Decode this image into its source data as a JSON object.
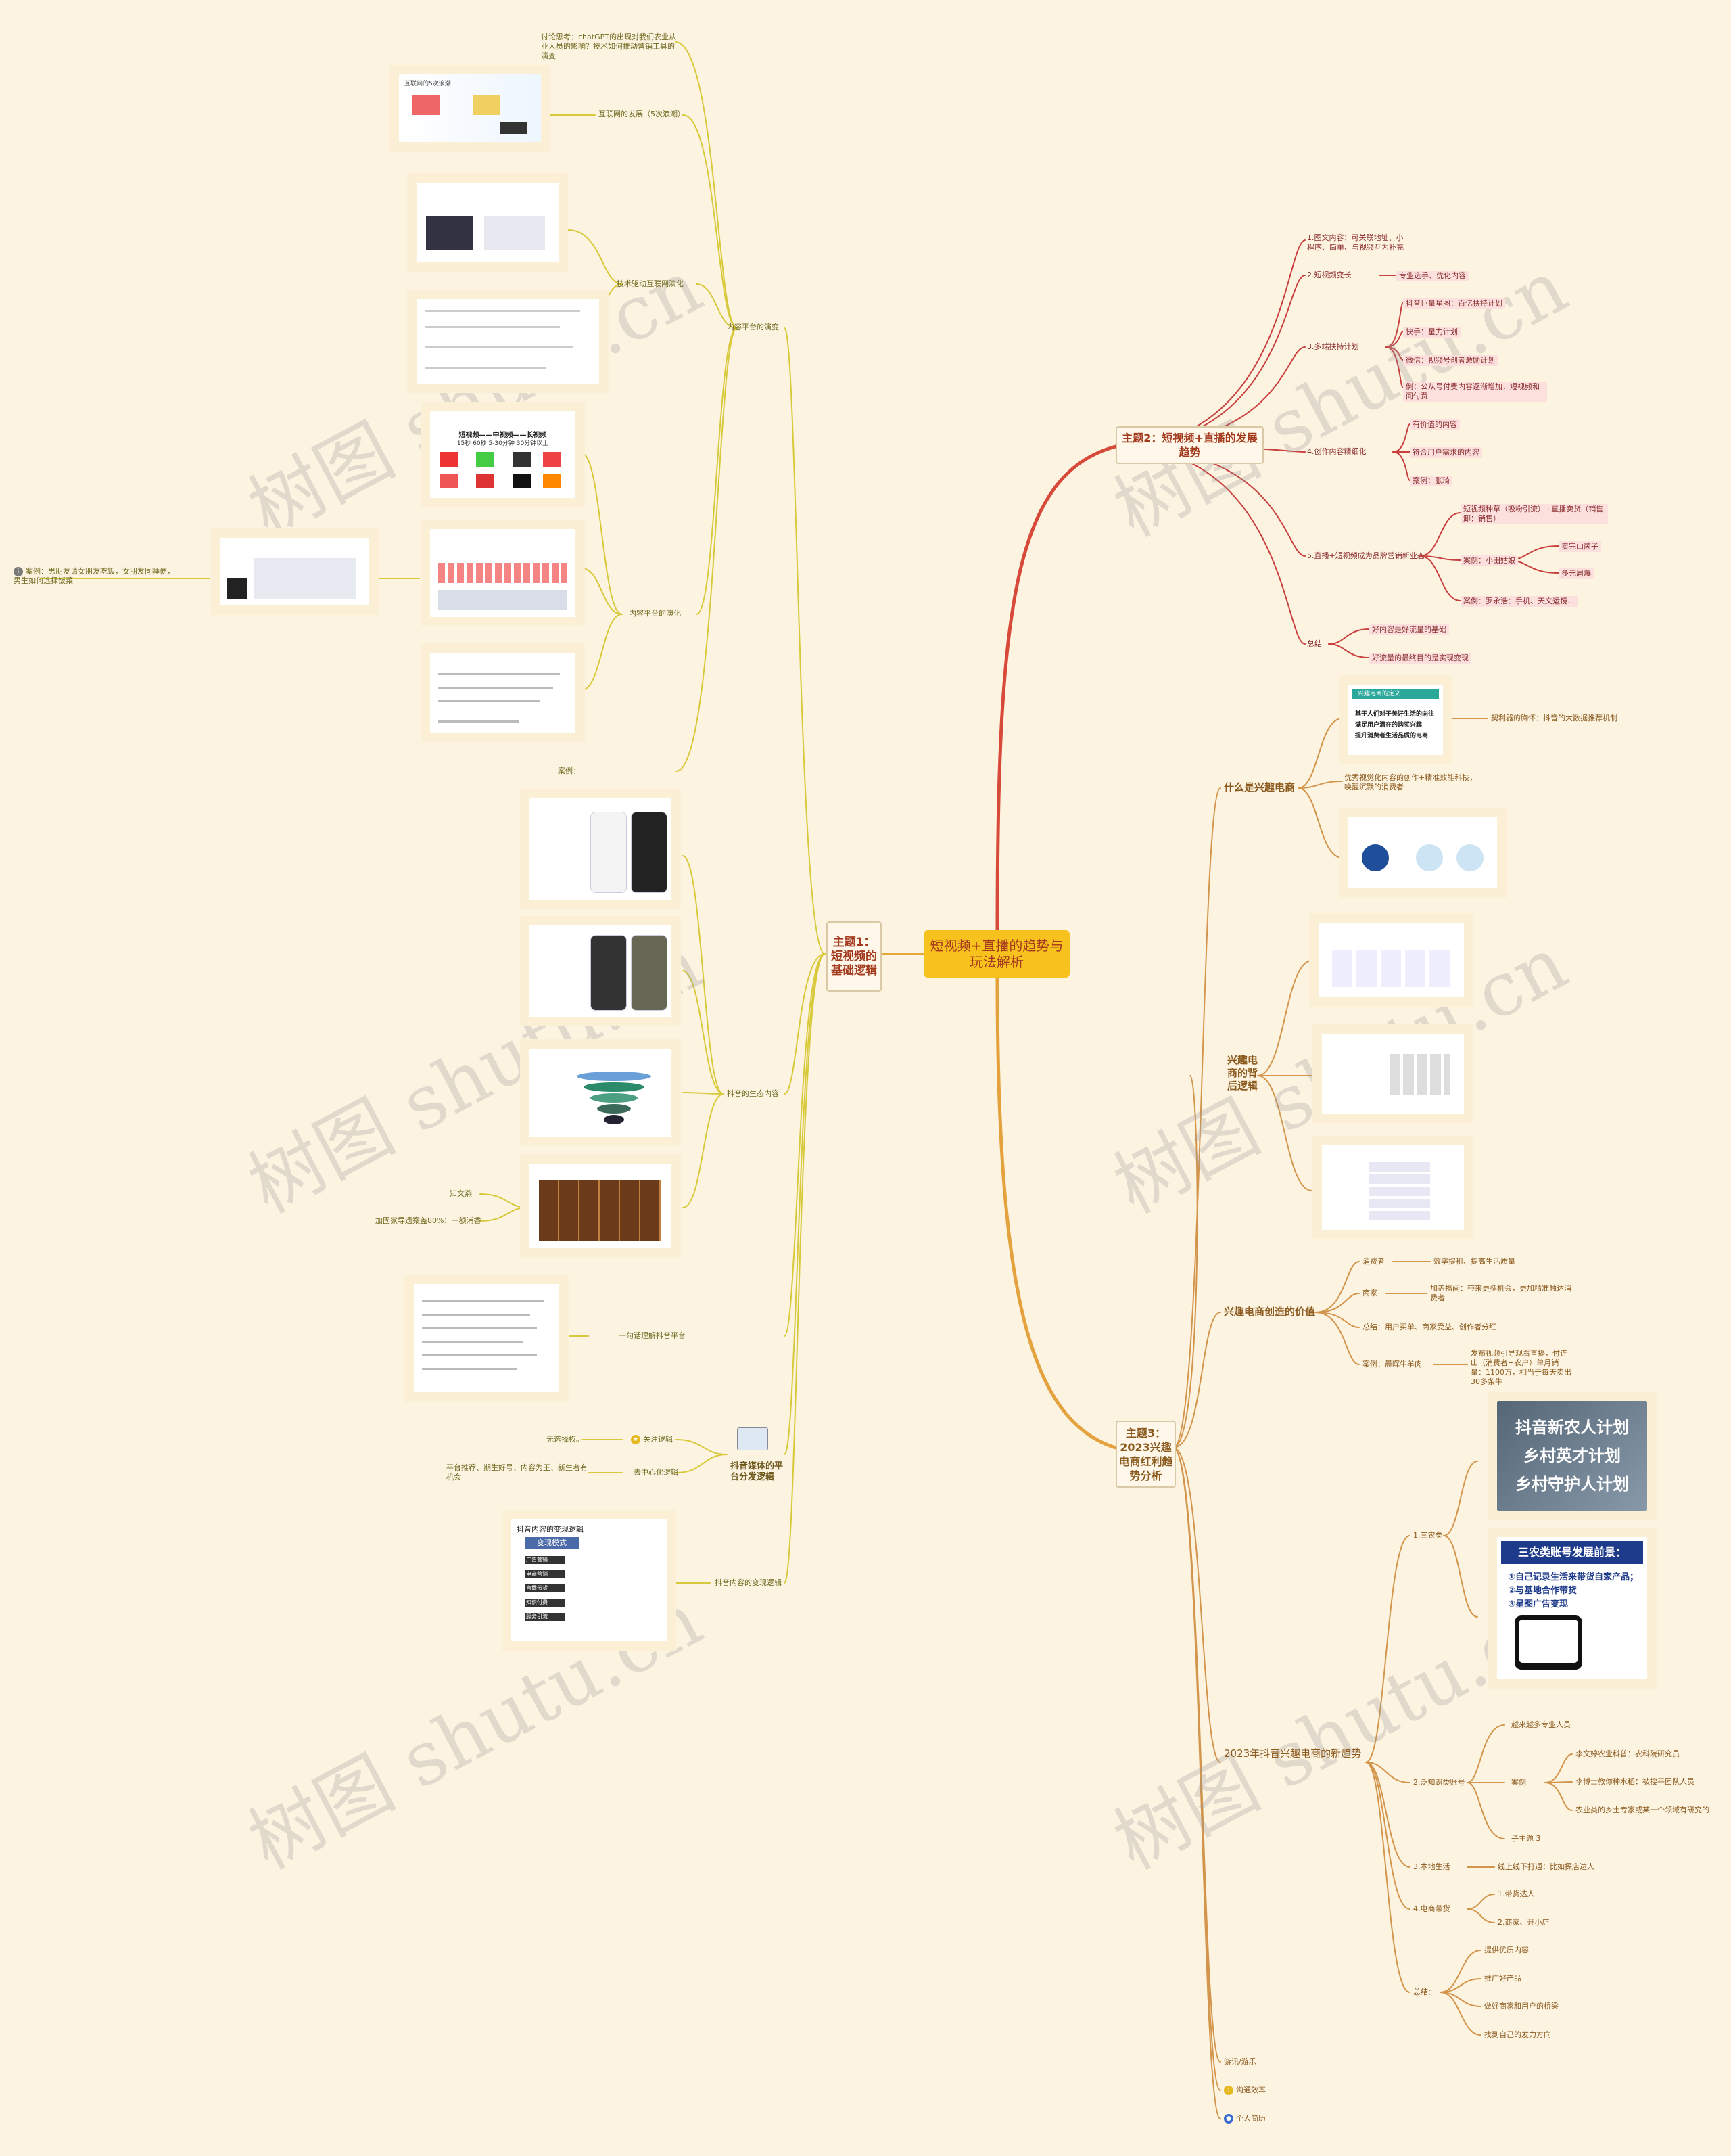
{
  "center": "短视频+直播的趋势与玩法解析",
  "theme1": "主题1：短视频的基础逻辑",
  "theme2": "主题2：短视频+直播的发展趋势",
  "theme3": "主题3：2023兴趣电商红利趋势分析",
  "left": {
    "chatgpt": "讨论思考：chatGPT的出现对我们农业从业人员的影响？技术如何推动营销工具的演变",
    "internet_dev": "互联网的发展（5次浪潮）",
    "tech_drive": "技术驱动互联网演化",
    "content_evolution": "内容平台的演变",
    "content_change": "内容平台的演化",
    "case": "案例：",
    "side_case": "案例：男朋友请女朋友吃饭，女朋友同睡便，男生如何选择饭菜",
    "douyin_eco": "抖音的生态内容",
    "zhiwen": "知文燕",
    "national_level": "加固家导遗案盖80%：一额浦香",
    "one_sentence": "一句话理解抖音平台",
    "no_select": "无选择权。",
    "follow_logic": "关注逻辑",
    "platform_recommend": "平台推荐、期生好号、内容为王、新生者有机会",
    "decentral": "去中心化逻辑",
    "media_logic": "抖音媒体的平台分发逻辑",
    "monetize": "抖音内容的变现逻辑"
  },
  "right2": {
    "r1": "1.图文内容：可关联地址、小程序、简单、与视频互为补充",
    "r2": "2.短视频变长",
    "r2a": "专业选手、优化内容",
    "r3": "3.多端扶持计划",
    "r3a": "抖音巨量星图：百亿扶持计划",
    "r3b": "快手：星力计划",
    "r3c": "微信：视频号创者激励计划",
    "r3d": "例：公从号付费内容逐渐增加，短视频和问付费",
    "r4": "4.创作内容精细化",
    "r4a": "有价值的内容",
    "r4b": "符合用户需求的内容",
    "r4c": "案例：张琦",
    "r5": "5.直播+短视频成为品牌营销新业态",
    "r5a": "短视频种草（吸粉引流）+直播卖货（销售卸：销售）",
    "r5b": "案例：小田姑娘",
    "r5b1": "卖完山茵子",
    "r5b2": "多元眉爆",
    "r5c": "案例：罗永浩：手机、天文运镜...",
    "r6": "总结",
    "r6a": "好内容是好流量的基础",
    "r6b": "好流量的最终目的是实现变现"
  },
  "right3": {
    "what": "什么是兴趣电商",
    "what_a": "契利器的胸怀：抖音的大数据推荐机制",
    "what_b": "优秀视觉化内容的创作+精准效能科技，唤醒沉默的消费者",
    "logic": "兴趣电商的背后逻辑",
    "value": "兴趣电商创造的价值",
    "v1": "消费者",
    "v1a": "效率提租、提高生活质量",
    "v2": "商家",
    "v2a": "加盖播间：带来更多机会，更加精准触达消费者",
    "v3": "总结：用户买单、商家受益、创作者分红",
    "v4": "案例：晨晖牛羊肉",
    "v4a": "发布视频引导观看直播，付连山（消费者+农户）单月销量：1100万，相当于每天卖出30多条牛",
    "trend": "2023年抖音兴趣电商的新趋势",
    "t1": "1.三农类",
    "t2": "2.泛知识类账号",
    "t2a": "越来越多专业人员",
    "t2b": "案例",
    "t2b1": "李文婷农业科普：农科院研究员",
    "t2b2": "李博士教你种水稻：被搜平团队人员",
    "t2b3": "农业类的乡土专家或某一个领域有研究的",
    "t2c": "子主题 3",
    "t3": "3.本地生活",
    "t3a": "线上线下打通：比如探店达人",
    "t4": "4.电商带货",
    "t4a": "1.带货达人",
    "t4b": "2.商家、开小店",
    "t5": "总结：",
    "t5a": "提供优质内容",
    "t5b": "推广好产品",
    "t5c": "做好商家和用户的桥梁",
    "t5d": "找到自己的发力方向",
    "b1": "游讯/游乐",
    "b2": "沟通效率",
    "b3": "个人简历"
  },
  "images": {
    "farm_lines": [
      "抖音新农人计划",
      "乡村英才计划",
      "乡村守护人计划"
    ],
    "sannong_title": "三农类账号发展前景：",
    "sannong_items": [
      "①自己记录生活来带货自家产品；",
      "②与基地合作带货",
      "③星图广告变现"
    ],
    "interest_def": "兴趣电商的定义",
    "interest_lines": [
      "基于人们对于美好生活的向往",
      "满足用户潜在的购买兴趣",
      "提升消费者生活品质的电商"
    ],
    "monetize_title": "抖音内容的变现逻辑",
    "monetize_btn": "变现模式",
    "monetize_rows": [
      "广告营销",
      "电商营销",
      "直播带货",
      "知识付费",
      "服务引流"
    ],
    "phone_title": "短视频——中视频——长视频",
    "phone_sub": "15秒 60秒  5-30分钟  30分钟以上"
  },
  "watermark": "树图 shutu.cn",
  "colors": {
    "left_line": "#d8c93a",
    "right_line": "#c94040",
    "br_line": "#d2954b",
    "center_bg": "#f7c21e"
  }
}
